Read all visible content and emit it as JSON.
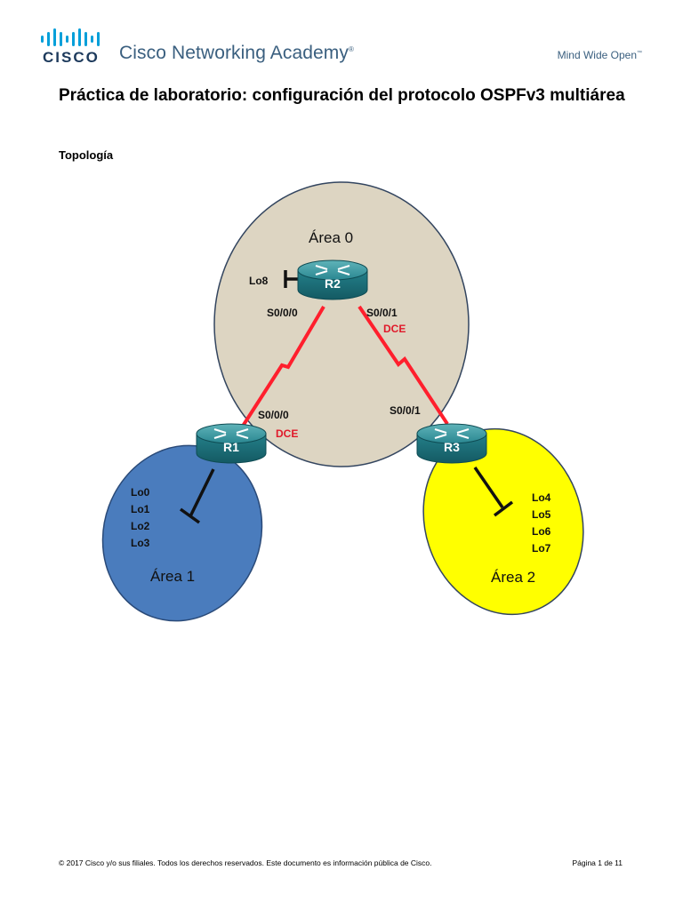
{
  "header": {
    "logo_text": "CISCO",
    "academy": "Cisco Networking Academy",
    "academy_mark": "®",
    "tagline": "Mind Wide Open",
    "tagline_mark": "™"
  },
  "document": {
    "title": "Práctica de laboratorio: configuración del protocolo OSPFv3 multiárea",
    "section_heading": "Topología"
  },
  "topology": {
    "areas": {
      "area0": "Área 0",
      "area1": "Área 1",
      "area2": "Área 2"
    },
    "routers": {
      "r1": "R1",
      "r2": "R2",
      "r3": "R3"
    },
    "interfaces": {
      "r2_left": "S0/0/0",
      "r2_right": "S0/0/1",
      "r2_right_dce": "DCE",
      "r1_serial": "S0/0/0",
      "r1_dce": "DCE",
      "r3_serial": "S0/0/1"
    },
    "loopbacks": {
      "r2": [
        "Lo8"
      ],
      "r1": [
        "Lo0",
        "Lo1",
        "Lo2",
        "Lo3"
      ],
      "r3": [
        "Lo4",
        "Lo5",
        "Lo6",
        "Lo7"
      ]
    },
    "colors": {
      "area0": "#ddd5c2",
      "area1": "#4a7cbd",
      "area2": "#ffff00",
      "serial_link": "#ff1f2d",
      "router": "#2b8a93",
      "dce_text": "#e0192a"
    }
  },
  "footer": {
    "copyright": "© 2017 Cisco y/o sus filiales. Todos los derechos reservados. Este documento es información pública de Cisco.",
    "page": "Página 1 de 11"
  }
}
